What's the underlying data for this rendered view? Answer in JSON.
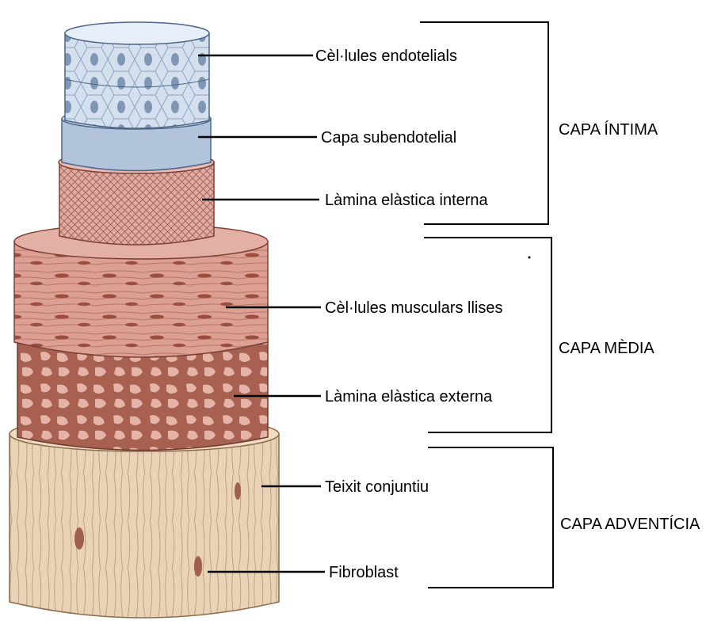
{
  "labels": {
    "endothelial_cells": "Cèl·lules endotelials",
    "subendothelial_layer": "Capa subendotelial",
    "internal_elastic_lamina": "Làmina elàstica interna",
    "smooth_muscle_cells": "Cèl·lules musculars llises",
    "external_elastic_lamina": "Làmina elàstica externa",
    "connective_tissue": "Teixit conjuntiu",
    "fibroblast": "Fibroblast"
  },
  "groups": {
    "intima": "CAPA ÍNTIMA",
    "media": "CAPA MÈDIA",
    "adventitia": "CAPA ADVENTÍCIA"
  },
  "colors": {
    "endothelium": "#d4e0ee",
    "endothelium_cell": "#7f97b5",
    "subendothelial": "#b2c3dc",
    "internal_elastic": "#d89c92",
    "media": "#d99a8d",
    "media_nuclei": "#9b4d40",
    "external_elastic": "#b36d5c",
    "adventitia": "#e7ceb2",
    "adventitia_line": "#b89a78"
  }
}
